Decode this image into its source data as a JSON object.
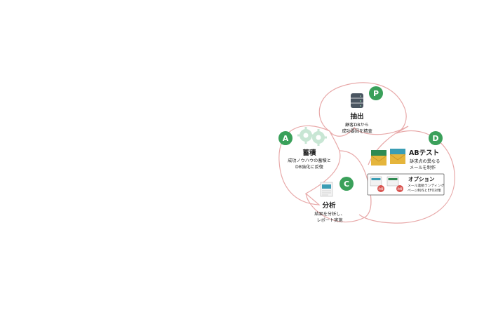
{
  "steps": {
    "P": {
      "badge": "P",
      "title": "抽出",
      "line1": "顧客DBから",
      "line2": "成功要因を精査",
      "icon": "database-icon"
    },
    "A": {
      "badge": "A",
      "title": "蓄積",
      "line1": "成功ノウハウの蓄積と",
      "line2": "DB強化に反復",
      "icon": "gears-icon"
    },
    "C": {
      "badge": "C",
      "title": "分析",
      "line1": "結果を分析し、",
      "line2": "レポート実施",
      "icon": "report-icon"
    },
    "D": {
      "badge": "D",
      "title": "ABテスト",
      "line1": "訴求点の異なる",
      "line2": "メールを制作",
      "icon": "envelopes-icon"
    }
  },
  "option": {
    "title": "オプション",
    "line1": "メール連動ランディング",
    "line2": "ページ制作とEFO対策",
    "mini_badge": "改善"
  },
  "colors": {
    "badge_green": "#3aa05a",
    "cycle_outline": "#e8a9a9",
    "gear": "#c8e6d4",
    "db": "#4a5561",
    "env_green": "#2f8a52",
    "env_teal": "#3a9db4",
    "env_yellow": "#e5b53c",
    "mini_red": "#d9534f"
  }
}
